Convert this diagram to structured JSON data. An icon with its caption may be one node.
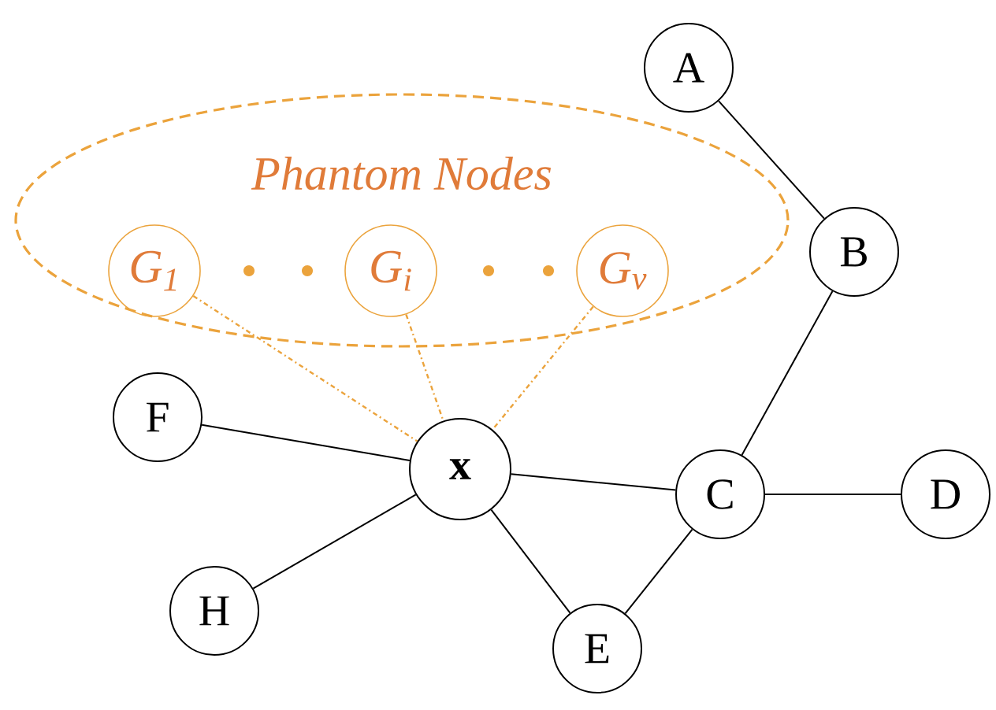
{
  "diagram": {
    "nodes": [
      {
        "text": [
          "Phantom Nodes"
        ]
      },
      {
        "text": [
          "G$_{1}$"
        ],
        "in": 0
      },
      {
        "text": [
          "G$_{i}$"
        ],
        "in": 0
      },
      {
        "text": [
          "G$_{v}$"
        ],
        "in": 0
      },
      {
        "text": [
          "A"
        ]
      },
      {
        "text": [
          "B"
        ]
      },
      {
        "text": [
          "F"
        ]
      },
      {
        "text": [
          "x"
        ]
      },
      {
        "text": [
          "C"
        ]
      },
      {
        "text": [
          "D"
        ]
      },
      {
        "text": [
          "H"
        ]
      },
      {
        "text": [
          "E"
        ]
      }
    ],
    "edges": [
      {
        "from": 4,
        "to": 5,
        "arrow": "none"
      },
      {
        "from": 5,
        "to": 8,
        "arrow": "none"
      },
      {
        "from": 6,
        "to": 7,
        "arrow": "none"
      },
      {
        "from": 7,
        "to": 8,
        "arrow": "none"
      },
      {
        "from": 8,
        "to": 9,
        "arrow": "none"
      },
      {
        "from": 10,
        "to": 7,
        "arrow": "none"
      },
      {
        "from": 7,
        "to": 11,
        "arrow": "none"
      },
      {
        "from": 8,
        "to": 11,
        "arrow": "none"
      },
      {
        "from": 1,
        "to": 7,
        "arrow": "none",
        "style": "dashed",
        "color": "#eba33c"
      },
      {
        "from": 2,
        "to": 7,
        "arrow": "none",
        "style": "dashed",
        "color": "#eba33c"
      },
      {
        "from": 3,
        "to": 7,
        "arrow": "none",
        "style": "dashed",
        "color": "#eba33c"
      }
    ]
  }
}
